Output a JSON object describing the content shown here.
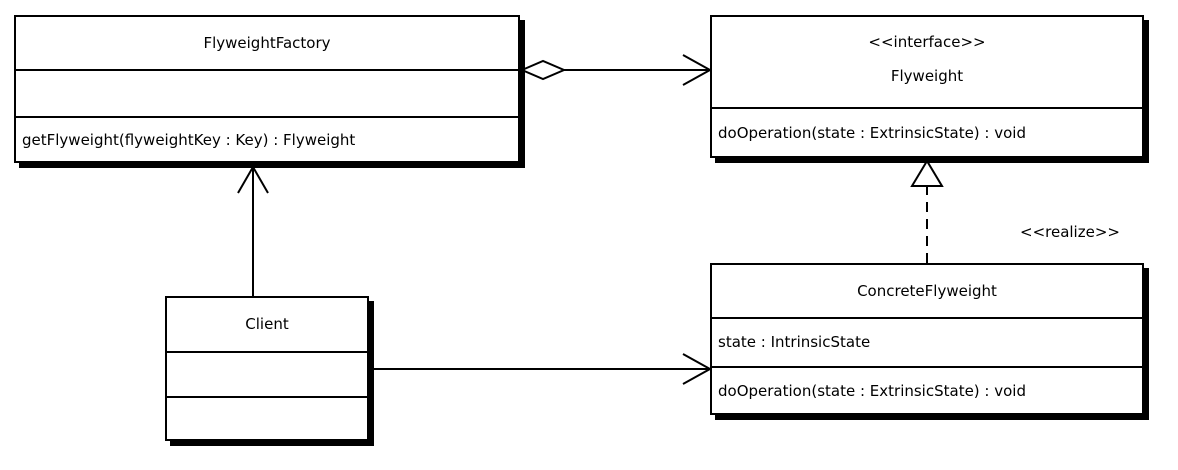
{
  "classes": {
    "flyweight_factory": {
      "name": "FlyweightFactory",
      "attributes": [],
      "operations": [
        "getFlyweight(flyweightKey : Key) : Flyweight"
      ]
    },
    "flyweight": {
      "stereotype": "<<interface>>",
      "name": "Flyweight",
      "operations": [
        "doOperation(state : ExtrinsicState) : void"
      ]
    },
    "concrete_flyweight": {
      "name": "ConcreteFlyweight",
      "attributes": [
        "state : IntrinsicState"
      ],
      "operations": [
        "doOperation(state : ExtrinsicState) : void"
      ]
    },
    "client": {
      "name": "Client",
      "attributes": [],
      "operations": []
    }
  },
  "relationships": [
    {
      "type": "aggregation",
      "from": "FlyweightFactory",
      "to": "Flyweight"
    },
    {
      "type": "association",
      "from": "Client",
      "to": "FlyweightFactory"
    },
    {
      "type": "association",
      "from": "Client",
      "to": "ConcreteFlyweight"
    },
    {
      "type": "realization",
      "from": "ConcreteFlyweight",
      "to": "Flyweight",
      "label": "<<realize>>"
    }
  ]
}
